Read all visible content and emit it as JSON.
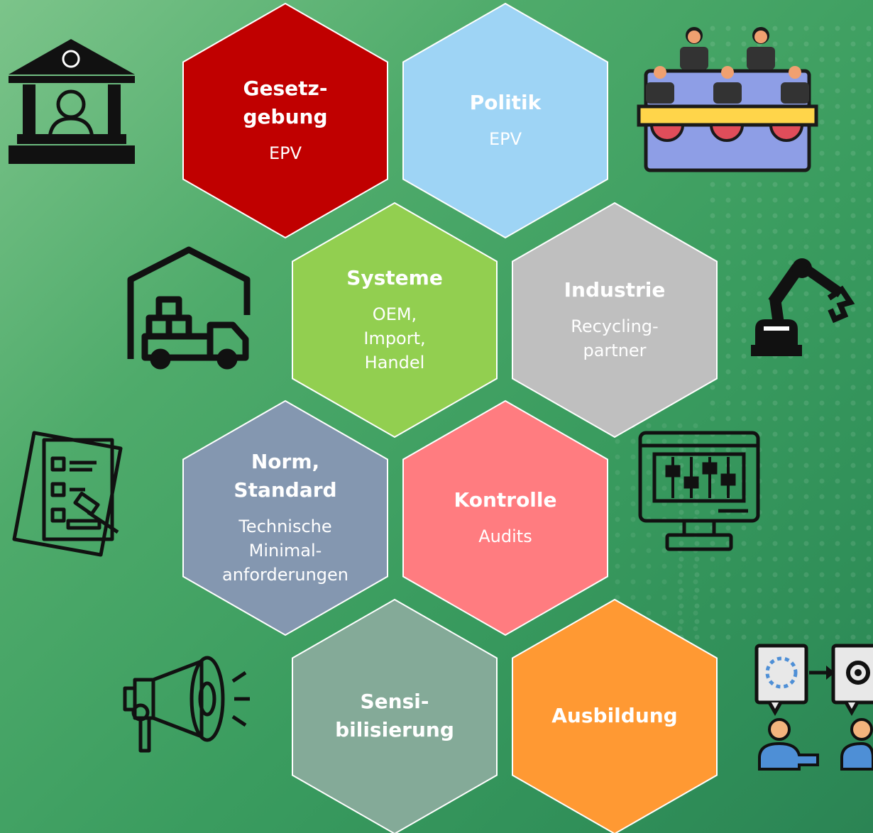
{
  "hexes": [
    {
      "id": "gesetzgebung",
      "title": [
        "Gesetz-",
        "gebung"
      ],
      "sub": [
        "EPV"
      ],
      "color": "#c00000",
      "text_color": "#ffffff"
    },
    {
      "id": "politik",
      "title": [
        "Politik"
      ],
      "sub": [
        "EPV"
      ],
      "color": "#9ed4f5",
      "text_color": "#ffffff"
    },
    {
      "id": "systeme",
      "title": [
        "Systeme"
      ],
      "sub": [
        "OEM,",
        "Import,",
        "Handel"
      ],
      "color": "#92cf50",
      "text_color": "#ffffff"
    },
    {
      "id": "industrie",
      "title": [
        "Industrie"
      ],
      "sub": [
        "Recycling-",
        "partner"
      ],
      "color": "#bfbfbf",
      "text_color": "#ffffff"
    },
    {
      "id": "norm-standard",
      "title": [
        "Norm,",
        "Standard"
      ],
      "sub": [
        "Technische",
        "Minimal-",
        "anforderungen"
      ],
      "color": "#8497b0",
      "text_color": "#ffffff"
    },
    {
      "id": "kontrolle",
      "title": [
        "Kontrolle"
      ],
      "sub": [
        "Audits"
      ],
      "color": "#ff7c80",
      "text_color": "#ffffff"
    },
    {
      "id": "sensibilisierung",
      "title": [
        "Sensi-",
        "bilisierung"
      ],
      "sub": [],
      "color": "#84aa98",
      "text_color": "#ffffff"
    },
    {
      "id": "ausbildung",
      "title": [
        "Ausbildung"
      ],
      "sub": [],
      "color": "#ff9933",
      "text_color": "#ffffff"
    }
  ],
  "icons": [
    {
      "name": "courthouse-icon"
    },
    {
      "name": "panel-of-judges-icon"
    },
    {
      "name": "warehouse-truck-icon"
    },
    {
      "name": "robot-arm-icon"
    },
    {
      "name": "checklist-gavel-icon"
    },
    {
      "name": "control-monitor-icon"
    },
    {
      "name": "megaphone-icon"
    },
    {
      "name": "training-people-icon"
    }
  ],
  "colors": {
    "background": "#3f9f62",
    "hex_border": "#ffffff",
    "icon_dark": "#111111",
    "judges_panel": "#8e9ee6",
    "judges_stripe": "#ffd54a",
    "judges_accent": "#e04d5a",
    "training_blue": "#4e8fd6",
    "training_bubble": "#e8e8e8"
  }
}
